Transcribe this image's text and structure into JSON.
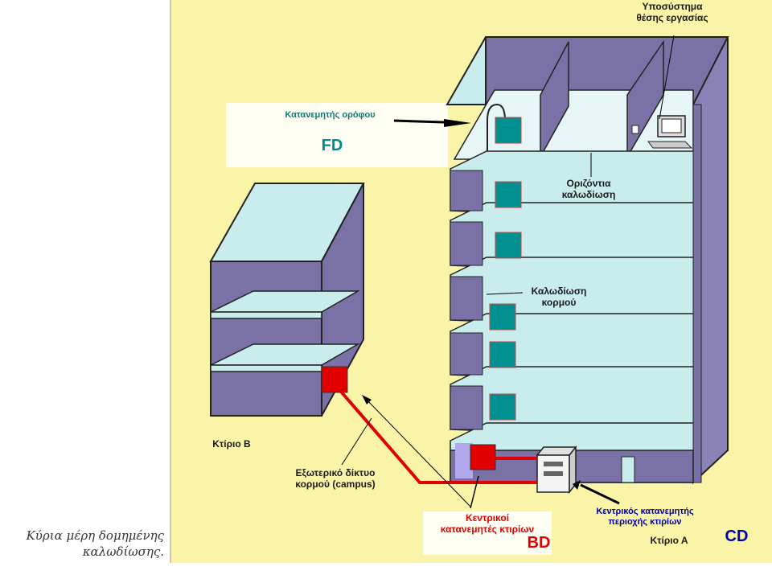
{
  "caption": {
    "line1": "Κύρια μέρη δομημένης",
    "line2": "καλωδίωσης."
  },
  "labels": {
    "workstation_line1": "Υποσύστημα",
    "workstation_line2": "θέσης εργασίας",
    "floor_distributor": "Κατανεμητής ορόφου",
    "fd": "FD",
    "horizontal_line1": "Οριζόντια",
    "horizontal_line2": "καλωδίωση",
    "backbone_line1": "Καλωδίωση",
    "backbone_line2": "κορμού",
    "building_b": "Κτίριο Β",
    "campus_line1": "Εξωτερικό δίκτυο",
    "campus_line2": "κορμού (campus)",
    "building_dist_line1": "Κεντρικοί",
    "building_dist_line2": "κατανεμητές κτιρίων",
    "bd": "BD",
    "campus_dist_line1": "Κεντρικός κατανεμητής",
    "campus_dist_line2": "περιοχής κτιρίων",
    "building_a": "Κτίριο Α",
    "cd": "CD"
  },
  "colors": {
    "paper": "#faf4a8",
    "wall": "#7a72a6",
    "floor": "#c9ecec",
    "outline": "#222222",
    "floor_distributor_box": "#009090",
    "building_distributor_box": "#e00000",
    "backbone_cable": "#e00000",
    "fd_text": "#008b8b",
    "floor_label_text": "#0a7a7a",
    "red_text": "#e00000",
    "blue_text": "#0000a0"
  }
}
